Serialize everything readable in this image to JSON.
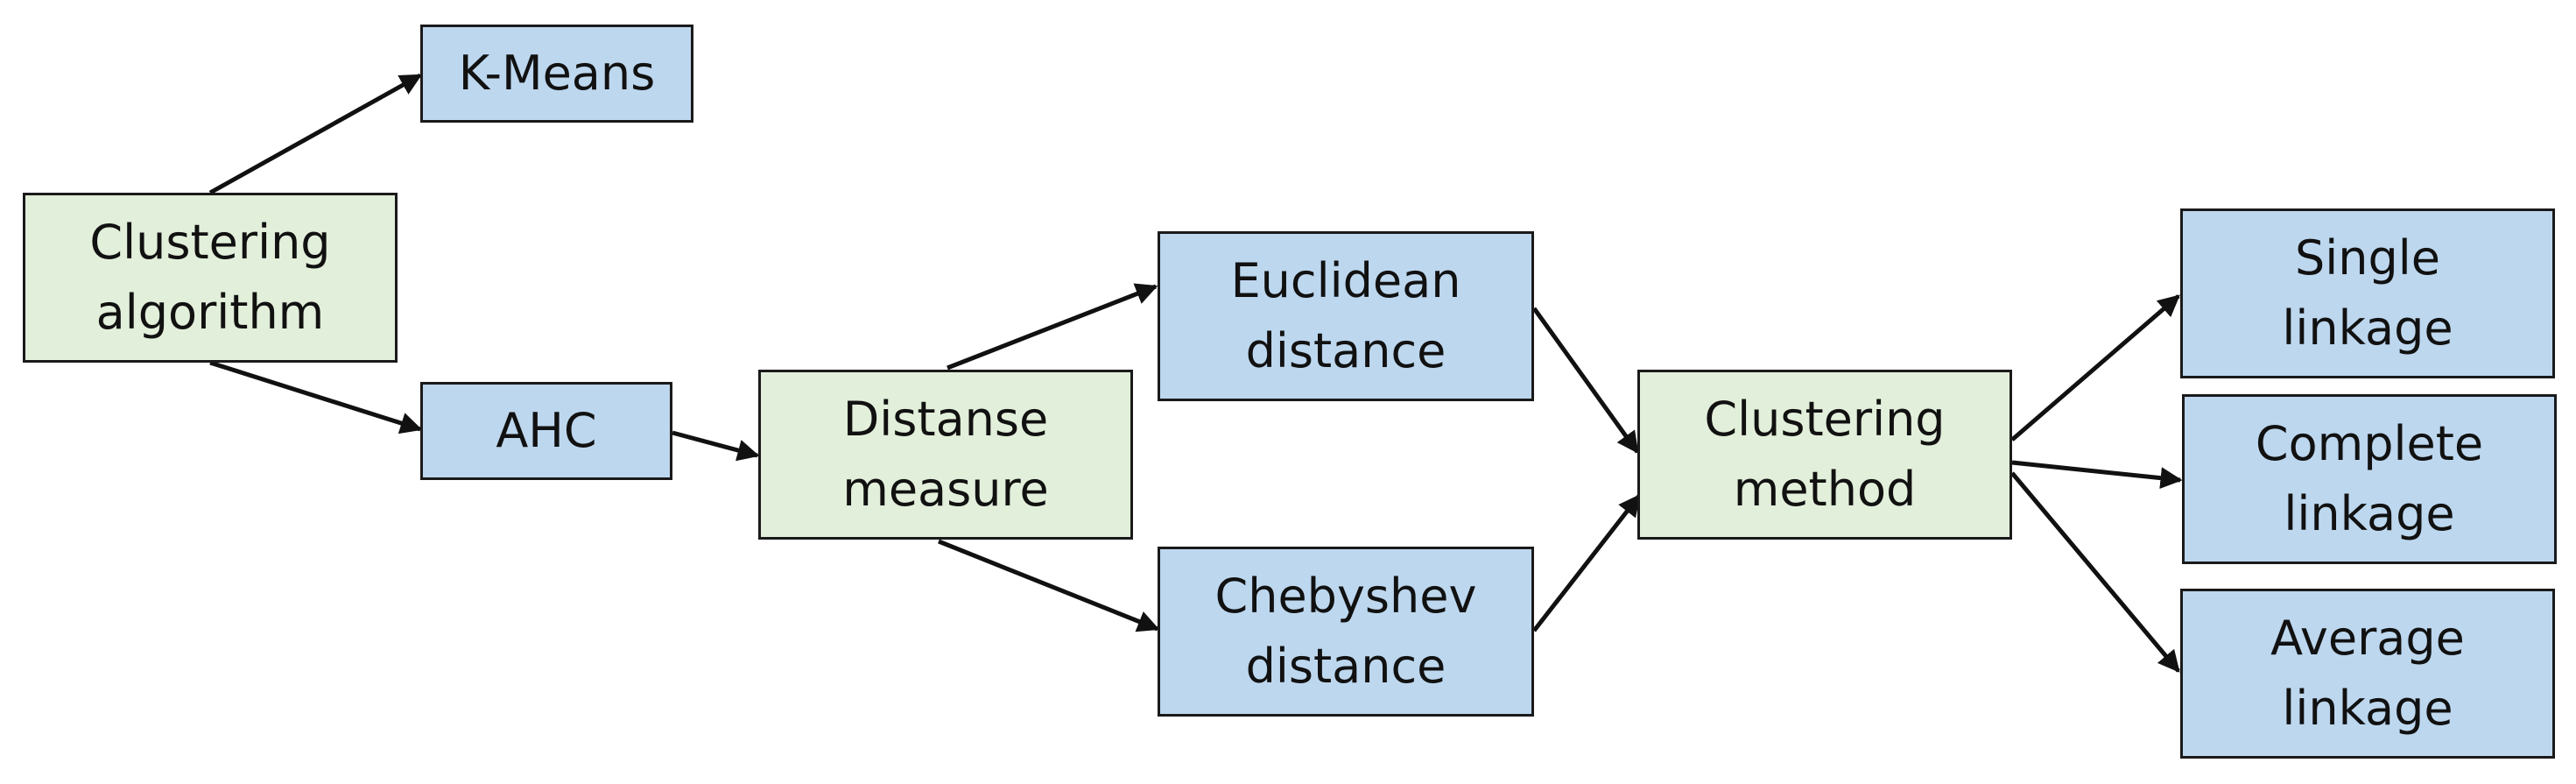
{
  "colors": {
    "decision_fill": "#e2efda",
    "option_fill": "#bdd7ee",
    "stroke": "#1a1a1a"
  },
  "nodes": {
    "clustering_algorithm": "Clustering\nalgorithm",
    "kmeans": "K-Means",
    "ahc": "AHC",
    "distance_measure": "Distanse\nmeasure",
    "euclidean": "Euclidean\ndistance",
    "chebyshev": "Chebyshev\ndistance",
    "clustering_method": "Clustering\nmethod",
    "single": "Single\nlinkage",
    "complete": "Complete\nlinkage",
    "average": "Average\nlinkage"
  },
  "edges": [
    {
      "from": "clustering_algorithm",
      "to": "kmeans"
    },
    {
      "from": "clustering_algorithm",
      "to": "ahc"
    },
    {
      "from": "ahc",
      "to": "distance_measure"
    },
    {
      "from": "distance_measure",
      "to": "euclidean"
    },
    {
      "from": "distance_measure",
      "to": "chebyshev"
    },
    {
      "from": "euclidean",
      "to": "clustering_method"
    },
    {
      "from": "chebyshev",
      "to": "clustering_method"
    },
    {
      "from": "clustering_method",
      "to": "single"
    },
    {
      "from": "clustering_method",
      "to": "complete"
    },
    {
      "from": "clustering_method",
      "to": "average"
    }
  ]
}
